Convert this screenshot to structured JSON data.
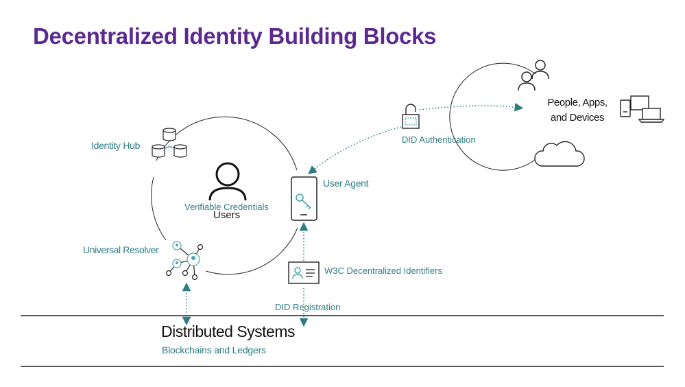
{
  "title": "Decentralized Identity Building Blocks",
  "labels": {
    "identity_hub": "Identity Hub",
    "universal_resolver": "Universal Resolver",
    "users": "Users",
    "verifiable_credentials": "Verifiable Credentials",
    "user_agent": "User Agent",
    "did_authentication": "DID Authentication",
    "people_line1": "People, Apps,",
    "people_line2": "and Devices",
    "w3c_identifiers": "W3C Decentralized Identifiers",
    "did_registration": "DID Registration",
    "distributed_systems": "Distributed Systems",
    "blockchains": "Blockchains and Ledgers"
  },
  "colors": {
    "title": "#5b2a91",
    "teal": "#2f7c84",
    "icon_teal": "#4aa3b0",
    "line": "#333333"
  },
  "icons": [
    "database-cluster-icon",
    "network-nodes-icon",
    "user-icon",
    "phone-key-icon",
    "padlock-icon",
    "people-icon",
    "devices-icon",
    "cloud-icon",
    "id-card-icon"
  ]
}
